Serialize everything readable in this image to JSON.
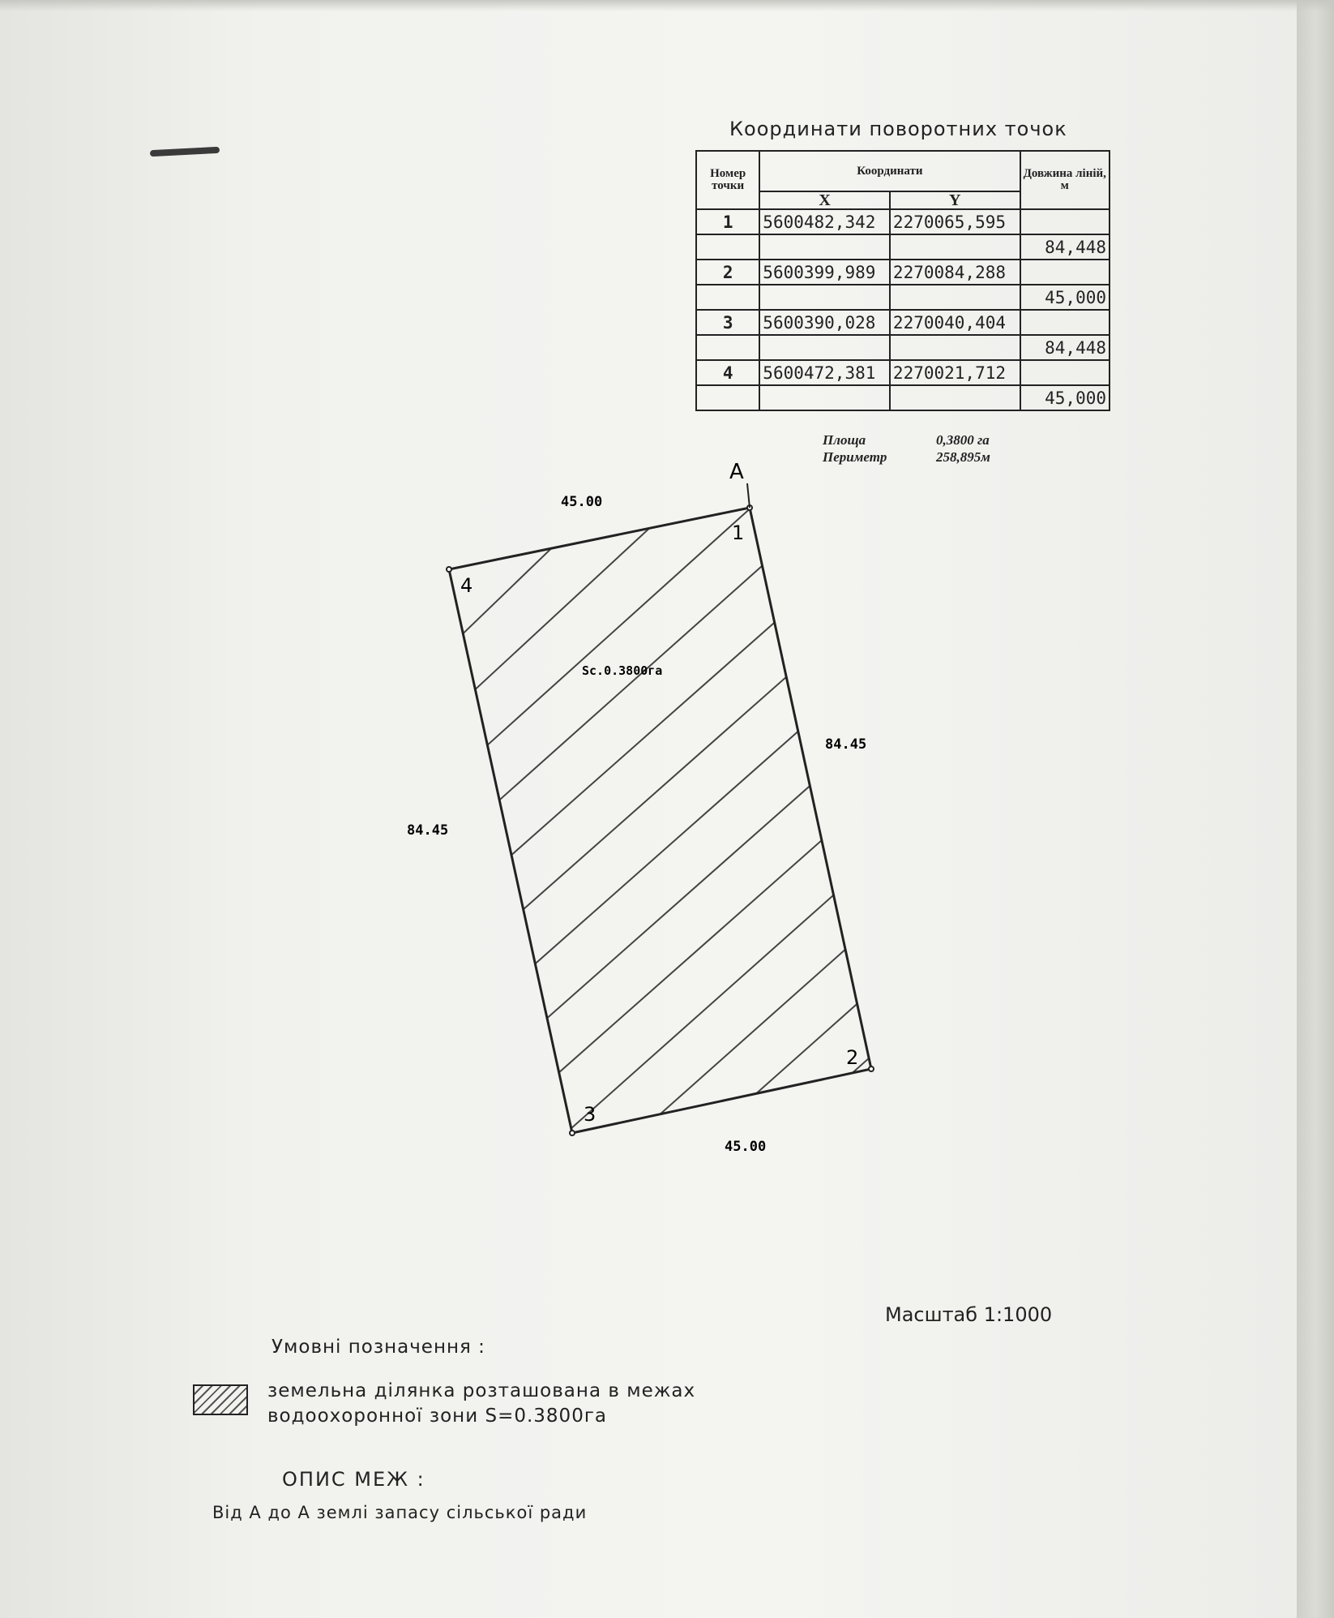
{
  "table": {
    "title": "Координати поворотних точок",
    "headers": {
      "point_number": "Номер точки",
      "coordinates": "Координати",
      "x": "X",
      "y": "Y",
      "line_length": "Довжина ліній, м"
    },
    "rows": [
      {
        "point": "1",
        "x": "5600482,342",
        "y": "2270065,595"
      },
      {
        "length": "84,448"
      },
      {
        "point": "2",
        "x": "5600399,989",
        "y": "2270084,288"
      },
      {
        "length": "45,000"
      },
      {
        "point": "3",
        "x": "5600390,028",
        "y": "2270040,404"
      },
      {
        "length": "84,448"
      },
      {
        "point": "4",
        "x": "5600472,381",
        "y": "2270021,712"
      },
      {
        "length": "45,000"
      }
    ]
  },
  "summary": {
    "area_label": "Площа",
    "area_value": "0,3800 га",
    "perimeter_label": "Периметр",
    "perimeter_value": "258,895м"
  },
  "plan": {
    "start_label": "A",
    "point_labels": [
      "1",
      "2",
      "3",
      "4"
    ],
    "side_labels": {
      "top": "45.00",
      "right": "84.45",
      "left": "84.45",
      "bottom": "45.00"
    },
    "area_label": "Sс.0.3800га"
  },
  "scale": "Масштаб 1:1000",
  "legend": {
    "title": "Умовні позначення :",
    "line1": "земельна ділянка розташована в межах",
    "line2": "водоохоронної зони S=0.3800га"
  },
  "description": {
    "title": "ОПИС МЕЖ :",
    "text": "Від А до А землі запасу сільської ради"
  }
}
